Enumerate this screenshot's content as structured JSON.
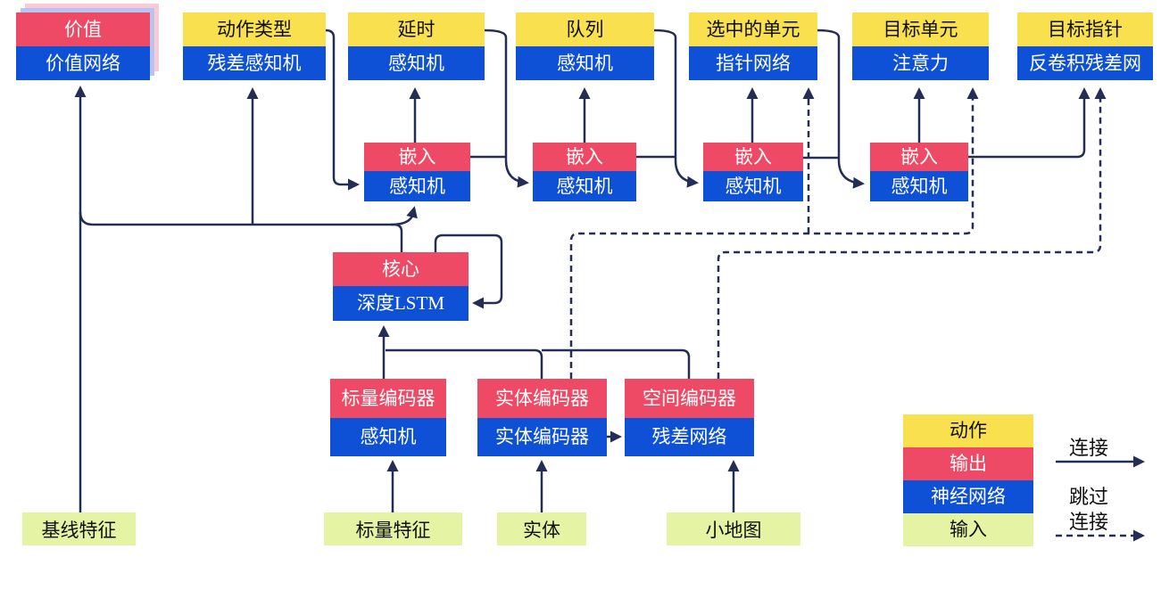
{
  "diagram": {
    "top_row": [
      {
        "id": "value",
        "header": "价值",
        "body": "价值网络"
      },
      {
        "id": "action-type",
        "header": "动作类型",
        "body": "残差感知机"
      },
      {
        "id": "delay",
        "header": "延时",
        "body": "感知机"
      },
      {
        "id": "queue",
        "header": "队列",
        "body": "感知机"
      },
      {
        "id": "selected-units",
        "header": "选中的单元",
        "body": "指针网络"
      },
      {
        "id": "target-unit",
        "header": "目标单元",
        "body": "注意力"
      },
      {
        "id": "target-point",
        "header": "目标指针",
        "body": "反卷积残差网"
      }
    ],
    "embeds": [
      {
        "header": "嵌入",
        "body": "感知机"
      },
      {
        "header": "嵌入",
        "body": "感知机"
      },
      {
        "header": "嵌入",
        "body": "感知机"
      },
      {
        "header": "嵌入",
        "body": "感知机"
      }
    ],
    "core": {
      "header": "核心",
      "body": "深度LSTM"
    },
    "encoders": [
      {
        "id": "scalar-encoder",
        "header": "标量编码器",
        "body": "感知机"
      },
      {
        "id": "entity-encoder",
        "header": "实体编码器",
        "body": "实体编码器"
      },
      {
        "id": "spatial-encoder",
        "header": "空间编码器",
        "body": "残差网络"
      }
    ],
    "inputs": [
      {
        "id": "baseline-features",
        "label": "基线特征"
      },
      {
        "id": "scalar-features",
        "label": "标量特征"
      },
      {
        "id": "entities",
        "label": "实体"
      },
      {
        "id": "minimap",
        "label": "小地图"
      }
    ],
    "legend": {
      "items": [
        {
          "label": "动作",
          "type": "action",
          "color": "#F8E04F"
        },
        {
          "label": "输出",
          "type": "output",
          "color": "#EF4A65"
        },
        {
          "label": "神经网络",
          "type": "network",
          "color": "#0E51D6"
        },
        {
          "label": "输入",
          "type": "input",
          "color": "#E4F4A4"
        }
      ],
      "solid_label": "连接",
      "dashed_label_line1": "跳过",
      "dashed_label_line2": "连接"
    },
    "colors": {
      "action_yellow": "#F8E04F",
      "output_red": "#EF4A65",
      "network_blue": "#0E51D6",
      "input_green": "#E4F4A4",
      "connector_navy": "#232D55",
      "value_stack_pink": "#F8CBD5",
      "value_stack_blue": "#B7C3F0",
      "background": "#FFFFFF"
    }
  }
}
